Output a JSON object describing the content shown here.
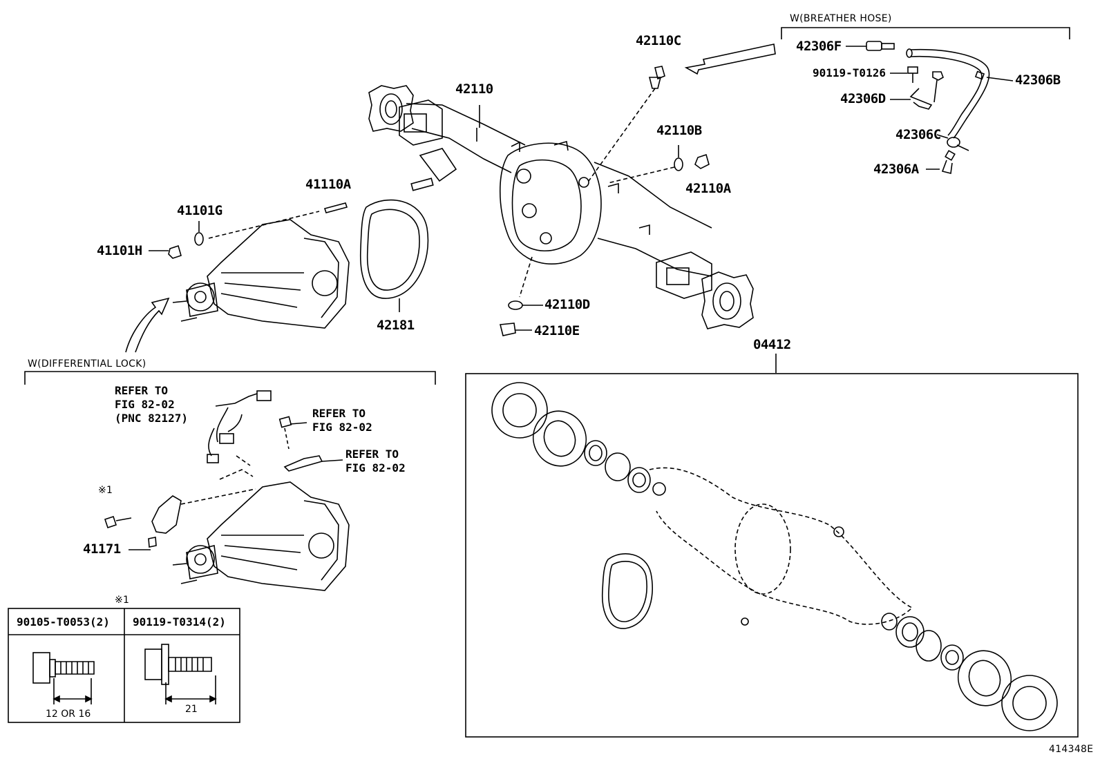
{
  "diagram_id": "414348E",
  "sections": {
    "breather_hose": "W(BREATHER HOSE)",
    "differential_lock": "W(DIFFERENTIAL LOCK)"
  },
  "parts": {
    "p42110C": "42110C",
    "p42110": "42110",
    "p42110B": "42110B",
    "p42110A": "42110A",
    "p41110A": "41110A",
    "p41101G": "41101G",
    "p41101H": "41101H",
    "p42181": "42181",
    "p42110D": "42110D",
    "p42110E": "42110E",
    "p04412": "04412",
    "p42306F": "42306F",
    "p90119T0126": "90119-T0126",
    "p42306D": "42306D",
    "p42306B": "42306B",
    "p42306C": "42306C",
    "p42306A": "42306A",
    "p41171": "41171"
  },
  "references": {
    "ref1": "REFER TO\nFIG 82-02\n(PNC 82127)",
    "ref2": "REFER TO\nFIG 82-02",
    "ref3": "REFER TO\nFIG 82-02"
  },
  "note_mark": "※1",
  "bolt_table": {
    "note": "※1",
    "col1_header": "90105-T0053(2)",
    "col2_header": "90119-T0314(2)",
    "col1_dim": "12 OR 16",
    "col2_dim": "21"
  }
}
